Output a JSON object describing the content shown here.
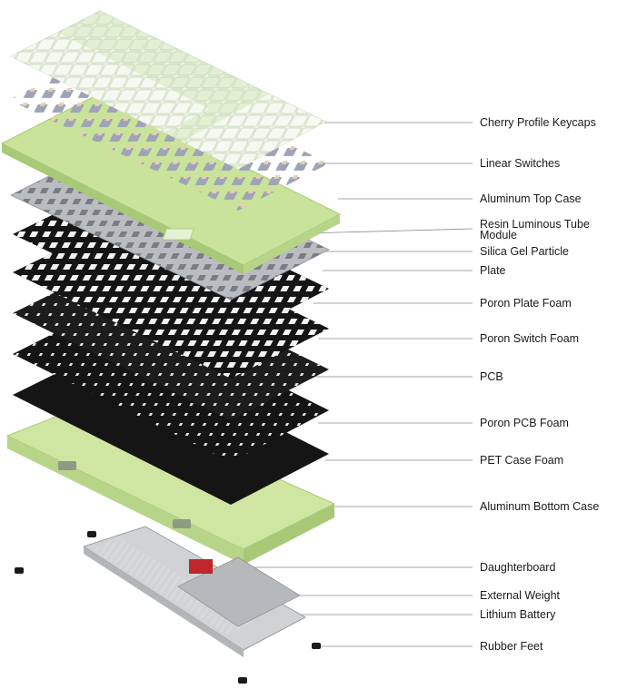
{
  "labels": {
    "keycaps": "Cherry Profile Keycaps",
    "switches": "Linear Switches",
    "top_case": "Aluminum Top Case",
    "tube_module": "Resin Luminous Tube Module",
    "silica": "Silica Gel Particle",
    "plate": "Plate",
    "plate_foam": "Poron Plate Foam",
    "switch_foam": "Poron Switch Foam",
    "pcb": "PCB",
    "pcb_foam": "Poron PCB Foam",
    "pet_foam": "PET Case Foam",
    "bottom_case": "Aluminum Bottom Case",
    "daughterboard": "Daughterboard",
    "weight": "External Weight",
    "battery": "Lithium Battery",
    "feet": "Rubber Feet"
  },
  "colors": {
    "case_green": "#c9e39a",
    "case_edge": "#a9c878",
    "keycap_white": "#f4f7f0",
    "keycap_green": "#dfeed2",
    "plate_gray": "#b9bcc0",
    "foam_black": "#151515",
    "pcb_black": "#1d1d1d",
    "weight_gray": "#c9cbcd",
    "leader": "#8a8a8a"
  }
}
